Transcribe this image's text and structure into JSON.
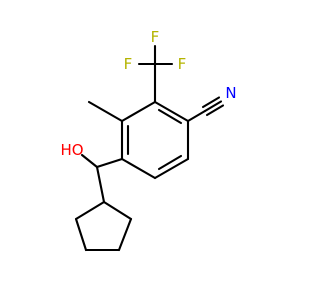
{
  "colors": {
    "bond": "#000000",
    "fluorine": "#b4b400",
    "nitrogen": "#0000ff",
    "oxygen": "#ff0000",
    "background": "#ffffff"
  },
  "atoms": {
    "f_top": "F",
    "f_left": "F",
    "f_right": "F",
    "n_nitrile": "N",
    "o_hydroxyl": "HO"
  }
}
